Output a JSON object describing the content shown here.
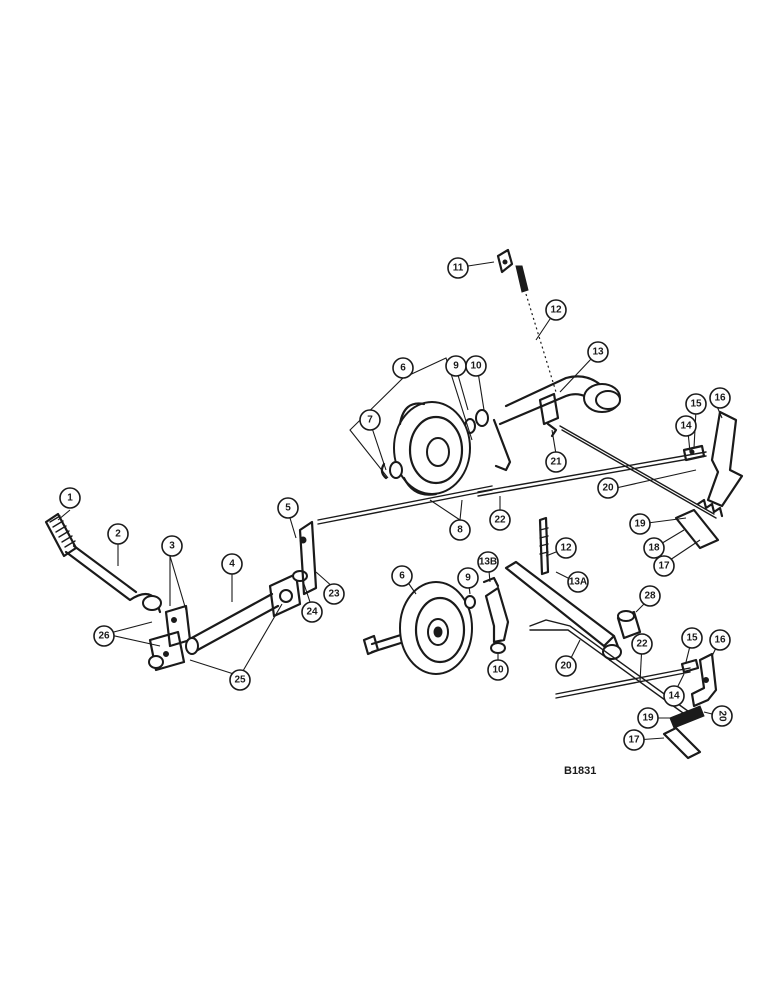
{
  "figure_id": "B1831",
  "callouts": {
    "c1": "1",
    "c2": "2",
    "c3": "3",
    "c4": "4",
    "c5": "5",
    "c6a": "6",
    "c6b": "6",
    "c7": "7",
    "c8": "8",
    "c9a": "9",
    "c9b": "9",
    "c10a": "10",
    "c10b": "10",
    "c11": "11",
    "c12a": "12",
    "c12b": "12",
    "c13": "13",
    "c13a": "13A",
    "c13b": "13B",
    "c14a": "14",
    "c14b": "14",
    "c15a": "15",
    "c15b": "15",
    "c16a": "16",
    "c16b": "16",
    "c17a": "17",
    "c17b": "17",
    "c18": "18",
    "c19a": "19",
    "c19b": "19",
    "c20a": "20",
    "c20b": "20",
    "c21": "21",
    "c22a": "22",
    "c22b": "22",
    "c23": "23",
    "c24": "24",
    "c25": "25",
    "c26": "26",
    "c28": "28"
  },
  "colors": {
    "ink": "#1a1a1a",
    "paper": "#ffffff"
  }
}
